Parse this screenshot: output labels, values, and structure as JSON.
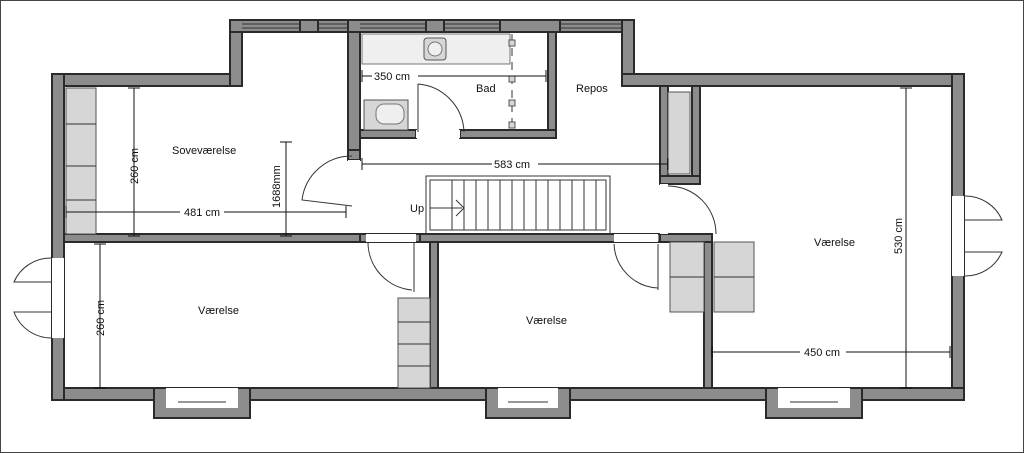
{
  "rooms": {
    "bedroom": "Soveværelse",
    "bath": "Bad",
    "landing": "Repos",
    "room_left": "Værelse",
    "room_mid": "Værelse",
    "room_right": "Værelse"
  },
  "stairs": {
    "direction": "Up"
  },
  "dimensions": {
    "bath_width": "350 cm",
    "corridor_length": "583 cm",
    "bedroom_height": "260 cm",
    "bedroom_width": "481 cm",
    "bedroom_depth": "1688mm",
    "room_left_height": "260 cm",
    "room_right_width": "450 cm",
    "room_right_height": "530 cm"
  },
  "colors": {
    "wall": "#8c8c8c",
    "outline": "#2a2a2a",
    "furniture": "#d6d6d6"
  }
}
